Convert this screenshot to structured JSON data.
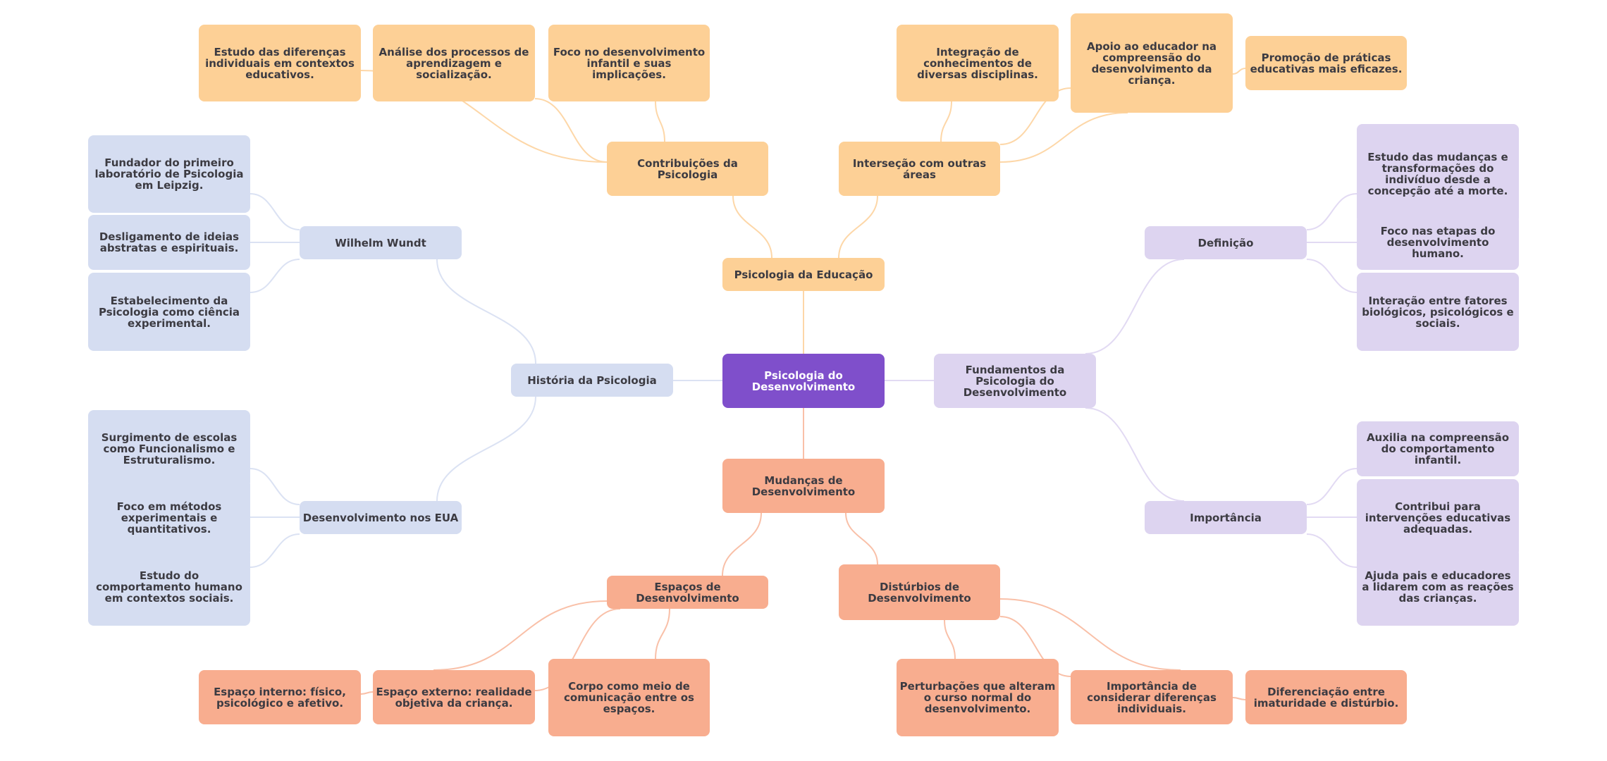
{
  "colors": {
    "root": "#7f4fcb",
    "educacao": "#fdd096",
    "historia": "#d5ddf1",
    "fundamentos": "#ddd4f0",
    "mudancas": "#f8ad8f",
    "link_educacao": "#fdd7a8",
    "link_historia": "#dbe2f3",
    "link_fundamentos": "#e2daf3",
    "link_mudancas": "#f9c0a8"
  },
  "root": {
    "label": "Psicologia do Desenvolvimento"
  },
  "branches": {
    "educacao": {
      "label": "Psicologia da Educação",
      "children": [
        {
          "label": "Contribuições da Psicologia",
          "leaves": [
            "Estudo das diferenças individuais em contextos educativos.",
            "Análise dos processos de aprendizagem e socialização.",
            "Foco no desenvolvimento infantil e suas implicações."
          ]
        },
        {
          "label": "Interseção com outras áreas",
          "leaves": [
            "Integração de conhecimentos de diversas disciplinas.",
            "Apoio ao educador na compreensão do desenvolvimento da criança.",
            "Promoção de práticas educativas mais eficazes."
          ]
        }
      ]
    },
    "historia": {
      "label": "História da Psicologia",
      "children": [
        {
          "label": "Wilhelm Wundt",
          "leaves": [
            "Fundador do primeiro laboratório de Psicologia em Leipzig.",
            "Desligamento de ideias abstratas e espirituais.",
            "Estabelecimento da Psicologia como ciência experimental."
          ]
        },
        {
          "label": "Desenvolvimento nos EUA",
          "leaves": [
            "Surgimento de escolas como Funcionalismo e Estruturalismo.",
            "Foco em métodos experimentais e quantitativos.",
            "Estudo do comportamento humano em contextos sociais."
          ]
        }
      ]
    },
    "fundamentos": {
      "label": "Fundamentos da Psicologia do Desenvolvimento",
      "children": [
        {
          "label": "Definição",
          "leaves": [
            "Estudo das mudanças e transformações do indivíduo desde a concepção até a morte.",
            "Foco nas etapas do desenvolvimento humano.",
            "Interação entre fatores biológicos, psicológicos e sociais."
          ]
        },
        {
          "label": "Importância",
          "leaves": [
            "Auxilia na compreensão do comportamento infantil.",
            "Contribui para intervenções educativas adequadas.",
            "Ajuda pais e educadores a lidarem com as reações das crianças."
          ]
        }
      ]
    },
    "mudancas": {
      "label": "Mudanças de Desenvolvimento",
      "children": [
        {
          "label": "Espaços de Desenvolvimento",
          "leaves": [
            "Espaço interno: físico, psicológico e afetivo.",
            "Espaço externo: realidade objetiva da criança.",
            "Corpo como meio de comunicação entre os espaços."
          ]
        },
        {
          "label": "Distúrbios de Desenvolvimento",
          "leaves": [
            "Perturbações que alteram o curso normal do desenvolvimento.",
            "Importância de considerar diferenças individuais.",
            "Diferenciação entre imaturidade e distúrbio."
          ]
        }
      ]
    }
  }
}
